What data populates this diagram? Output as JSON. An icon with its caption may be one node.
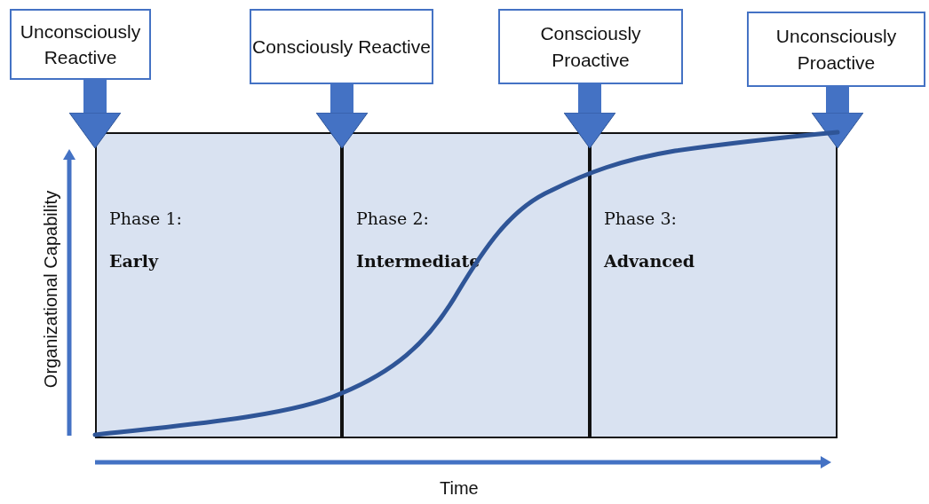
{
  "diagram": {
    "nodes": [
      {
        "text": [
          "Unconsciously Reactive"
        ]
      },
      {
        "text": [
          "Consciously Reactive"
        ]
      },
      {
        "text": [
          "Consciously Proactive"
        ]
      },
      {
        "text": [
          "Unconsciously Proactive"
        ]
      },
      {
        "text": [
          "Phase 1:",
          "Early"
        ]
      },
      {
        "text": [
          "Phase 2:",
          "Intermediate"
        ]
      },
      {
        "text": [
          "Phase 3:",
          "Advanced"
        ]
      }
    ],
    "edges": [
      {
        "from": 0,
        "to": 4,
        "arrow": "to"
      },
      {
        "from": 1,
        "to": 5,
        "arrow": "to"
      },
      {
        "from": 2,
        "to": 6,
        "arrow": "to"
      },
      {
        "from": 3,
        "to": 6,
        "arrow": "to"
      }
    ],
    "labels": [
      "Organizational Capability",
      "Time"
    ]
  }
}
